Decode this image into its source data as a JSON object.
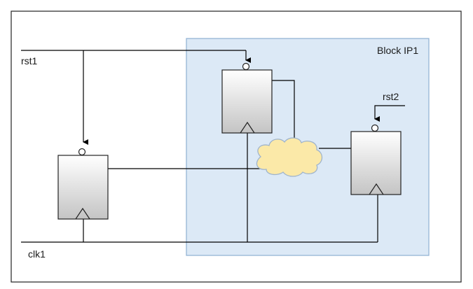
{
  "labels": {
    "block": "Block IP1",
    "rst1": "rst1",
    "rst2": "rst2",
    "clk1": "clk1"
  },
  "colors": {
    "block_fill": "#dce9f6",
    "block_stroke": "#8eb0d3",
    "ff_fill_top": "#ffffff",
    "ff_fill_bottom": "#c8c8c8",
    "wire": "#000000",
    "cloud_fill": "#fbe9a8",
    "cloud_stroke": "#9fb4cc"
  }
}
